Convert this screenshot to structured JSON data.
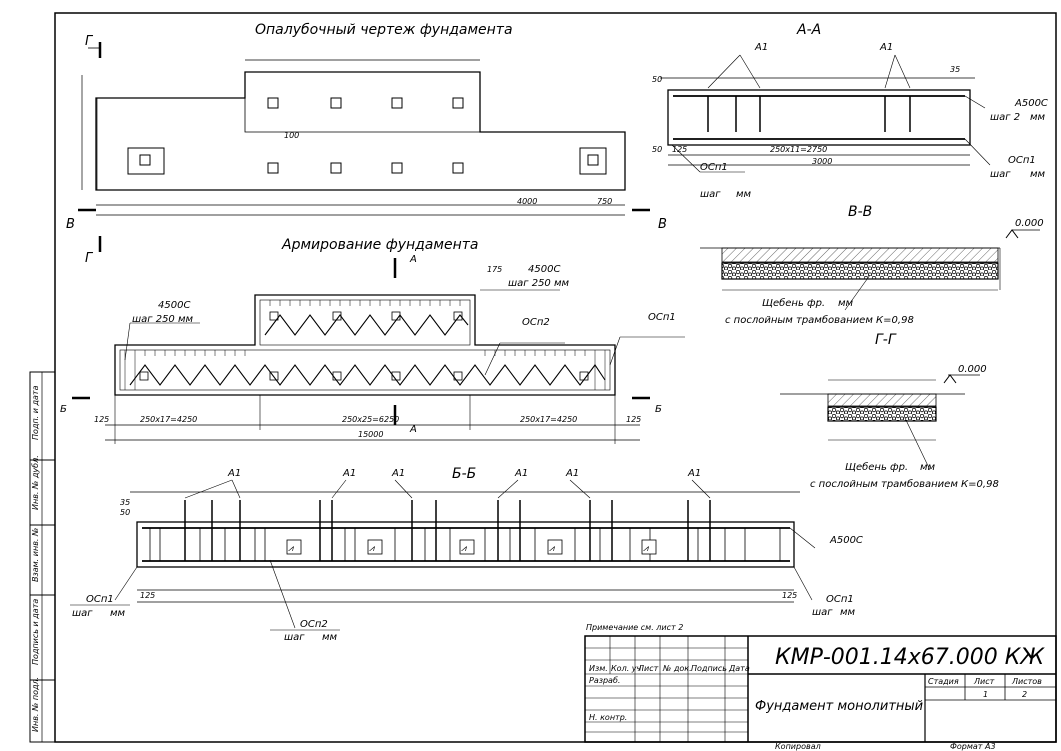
{
  "drawing": {
    "titles": {
      "formwork": "Опалубочный чертеж фундамента",
      "reinforcement": "Армирование фундамента",
      "section_aa": "А-А",
      "section_vv": "В-В",
      "section_gg": "Г-Г",
      "section_bb": "Б-Б"
    },
    "cut_labels": {
      "g": "Г",
      "v": "В",
      "b": "Б",
      "a": "А"
    },
    "formwork_dims": {
      "d100": "100",
      "d4000": "4000",
      "d750": "750"
    },
    "reinf_dims": {
      "left": "250x17=4250",
      "mid": "250x25=6250",
      "right": "250x17=4250",
      "total": "15000",
      "edge": "125",
      "d125b": "125",
      "d175": "175"
    },
    "reinf_callouts": {
      "a4500c": "4500С",
      "step250": "шаг 250 мм",
      "osn2": "ОСп2",
      "osn1": "ОСп1"
    },
    "aa": {
      "a1": "А1",
      "d50a": "50",
      "d50b": "50",
      "d35": "35",
      "d125": "125",
      "dim2750": "250x11=2750",
      "dim3000": "3000",
      "r4500": "А500С",
      "step1": "шаг 2",
      "step1b": "мм",
      "osn1": "ОСп1",
      "step2": "шаг",
      "step2b": "мм",
      "osn1b": "ОСп1",
      "step3": "шаг",
      "step3b": "мм"
    },
    "vv": {
      "level": "0.000",
      "gravel": "Щебень фр.",
      "gravel_tail": "мм",
      "compaction": "с послойным трамбованием К=0,98"
    },
    "gg": {
      "level": "0.000",
      "gravel": "Щебень фр.",
      "gravel_tail": "мм",
      "compaction": "с послойным трамбованием К=0,98"
    },
    "bb": {
      "a1": "А1",
      "d35": "35",
      "d50": "50",
      "d125": "125",
      "osn1": "ОСп1",
      "step": "шаг",
      "step_tail": "мм",
      "osn2": "ОСп2",
      "step2": "шаг",
      "step2_tail": "мм",
      "osn1b": "ОСп1",
      "a500": "А500С",
      "step3": "шаг",
      "step3_tail": "мм"
    },
    "note": "Примечание см. лист 2"
  },
  "side_stamp": [
    "Подп. и дата",
    "Инв. № дубл.",
    "Взам. инв. №",
    "Подпись и дата",
    "Инв. № подл."
  ],
  "title_block": {
    "code": "КМР-001.14х67.000 КЖ",
    "name": "Фундамент монолитный",
    "headers": [
      "Изм.",
      "Кол. уч",
      "Лист",
      "№ док.",
      "Подпись",
      "Дата"
    ],
    "rows": [
      "Разраб.",
      "Н. контр."
    ],
    "stage": "Стадия",
    "sheet": "Лист",
    "sheets": "Листов",
    "sheet_no": "1",
    "sheets_no": "2"
  },
  "footer": {
    "copied": "Копировал",
    "format": "Формат А3"
  }
}
